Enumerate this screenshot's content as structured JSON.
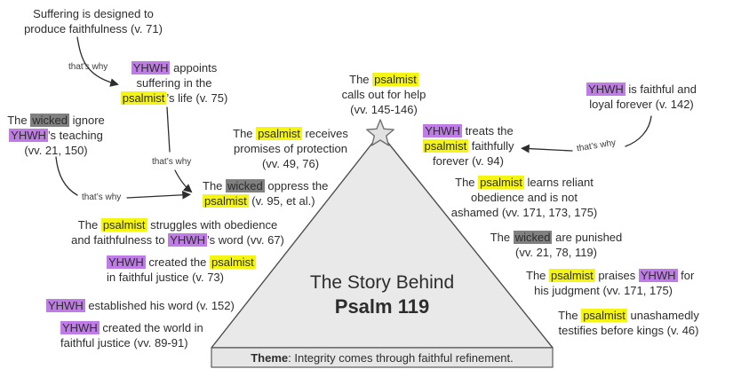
{
  "colors": {
    "purple": "#c07ce6",
    "yellow": "#f5f513",
    "gray": "#808080",
    "text": "#2d2d2d",
    "arrow": "#2d2d2d",
    "pyramid_fill": "#e9e9e9",
    "pyramid_stroke": "#4f4f4f",
    "star_fill": "#e2e2e2",
    "star_stroke": "#707070",
    "theme_fill": "#e6e6e6",
    "theme_stroke": "#5a5a5a"
  },
  "connector_label": "that’s why",
  "pyramid": {
    "title_line1": "The Story Behind",
    "title_line2": "Psalm 119"
  },
  "theme": {
    "label": "Theme",
    "text": ": Integrity comes through faithful refinement."
  },
  "notes": {
    "suffering_designed": {
      "lines": [
        [
          {
            "t": "Suffering is designed to"
          }
        ],
        [
          {
            "t": "produce faithfulness (v. 71)"
          }
        ]
      ]
    },
    "yhwh_appoints": {
      "lines": [
        [
          {
            "t": "YHWH",
            "h": "purple"
          },
          {
            "t": " appoints"
          }
        ],
        [
          {
            "t": "suffering in the"
          }
        ],
        [
          {
            "t": "psalmist",
            "h": "yellow"
          },
          {
            "t": "’s life (v. 75)"
          }
        ]
      ]
    },
    "wicked_ignore": {
      "lines": [
        [
          {
            "t": "The "
          },
          {
            "t": "wicked",
            "h": "gray"
          },
          {
            "t": " ignore"
          }
        ],
        [
          {
            "t": "YHWH",
            "h": "purple"
          },
          {
            "t": "’s teaching"
          }
        ],
        [
          {
            "t": "(vv. 21, 150)"
          }
        ]
      ]
    },
    "wicked_oppress": {
      "lines": [
        [
          {
            "t": "The "
          },
          {
            "t": "wicked",
            "h": "gray"
          },
          {
            "t": " oppress the"
          }
        ],
        [
          {
            "t": "psalmist",
            "h": "yellow"
          },
          {
            "t": " (v. 95, et al.)"
          }
        ]
      ]
    },
    "psalmist_struggles": {
      "lines": [
        [
          {
            "t": "The "
          },
          {
            "t": "psalmist",
            "h": "yellow"
          },
          {
            "t": " struggles with obedience"
          }
        ],
        [
          {
            "t": "and faithfulness to "
          },
          {
            "t": "YHWH",
            "h": "purple"
          },
          {
            "t": "’s word (vv. 67)"
          }
        ]
      ]
    },
    "yhwh_created_psalmist": {
      "lines": [
        [
          {
            "t": "YHWH",
            "h": "purple"
          },
          {
            "t": " created the "
          },
          {
            "t": "psalmist",
            "h": "yellow"
          }
        ],
        [
          {
            "t": "in faithful justice (v. 73)"
          }
        ]
      ]
    },
    "yhwh_established": {
      "lines": [
        [
          {
            "t": "YHWH",
            "h": "purple"
          },
          {
            "t": " established his word (v. 152)"
          }
        ]
      ]
    },
    "yhwh_created_world": {
      "lines": [
        [
          {
            "t": "YHWH",
            "h": "purple"
          },
          {
            "t": " created the world in"
          }
        ],
        [
          {
            "t": "faithful justice (vv. 89-91)"
          }
        ]
      ]
    },
    "psalmist_calls": {
      "lines": [
        [
          {
            "t": "The "
          },
          {
            "t": "psalmist",
            "h": "yellow"
          }
        ],
        [
          {
            "t": "calls out for help"
          }
        ],
        [
          {
            "t": "(vv. 145-146)"
          }
        ]
      ]
    },
    "psalmist_receives": {
      "lines": [
        [
          {
            "t": "The "
          },
          {
            "t": "psalmist",
            "h": "yellow"
          },
          {
            "t": " receives"
          }
        ],
        [
          {
            "t": "promises of protection"
          }
        ],
        [
          {
            "t": "(vv. 49, 76)"
          }
        ]
      ]
    },
    "yhwh_treats": {
      "lines": [
        [
          {
            "t": "YHWH",
            "h": "purple"
          },
          {
            "t": " treats the"
          }
        ],
        [
          {
            "t": "psalmist",
            "h": "yellow"
          },
          {
            "t": " faithfully"
          }
        ],
        [
          {
            "t": "forever (v. 94)"
          }
        ]
      ]
    },
    "yhwh_faithful": {
      "lines": [
        [
          {
            "t": "YHWH",
            "h": "purple"
          },
          {
            "t": " is faithful and"
          }
        ],
        [
          {
            "t": "loyal forever (v. 142)"
          }
        ]
      ]
    },
    "psalmist_learns": {
      "lines": [
        [
          {
            "t": "The "
          },
          {
            "t": "psalmist",
            "h": "yellow"
          },
          {
            "t": " learns reliant"
          }
        ],
        [
          {
            "t": "obedience and is not"
          }
        ],
        [
          {
            "t": "ashamed (vv. 171, 173, 175)"
          }
        ]
      ]
    },
    "wicked_punished": {
      "lines": [
        [
          {
            "t": "The "
          },
          {
            "t": "wicked",
            "h": "gray"
          },
          {
            "t": " are punished"
          }
        ],
        [
          {
            "t": "(vv. 21, 78, 119)"
          }
        ]
      ]
    },
    "psalmist_praises": {
      "lines": [
        [
          {
            "t": "The "
          },
          {
            "t": "psalmist",
            "h": "yellow"
          },
          {
            "t": " praises "
          },
          {
            "t": "YHWH",
            "h": "purple"
          },
          {
            "t": " for"
          }
        ],
        [
          {
            "t": "his judgment (vv. 171, 175)"
          }
        ]
      ]
    },
    "psalmist_testifies": {
      "lines": [
        [
          {
            "t": "The "
          },
          {
            "t": "psalmist",
            "h": "yellow"
          },
          {
            "t": " unashamedly"
          }
        ],
        [
          {
            "t": "testifies before kings (v. 46)"
          }
        ]
      ]
    }
  }
}
